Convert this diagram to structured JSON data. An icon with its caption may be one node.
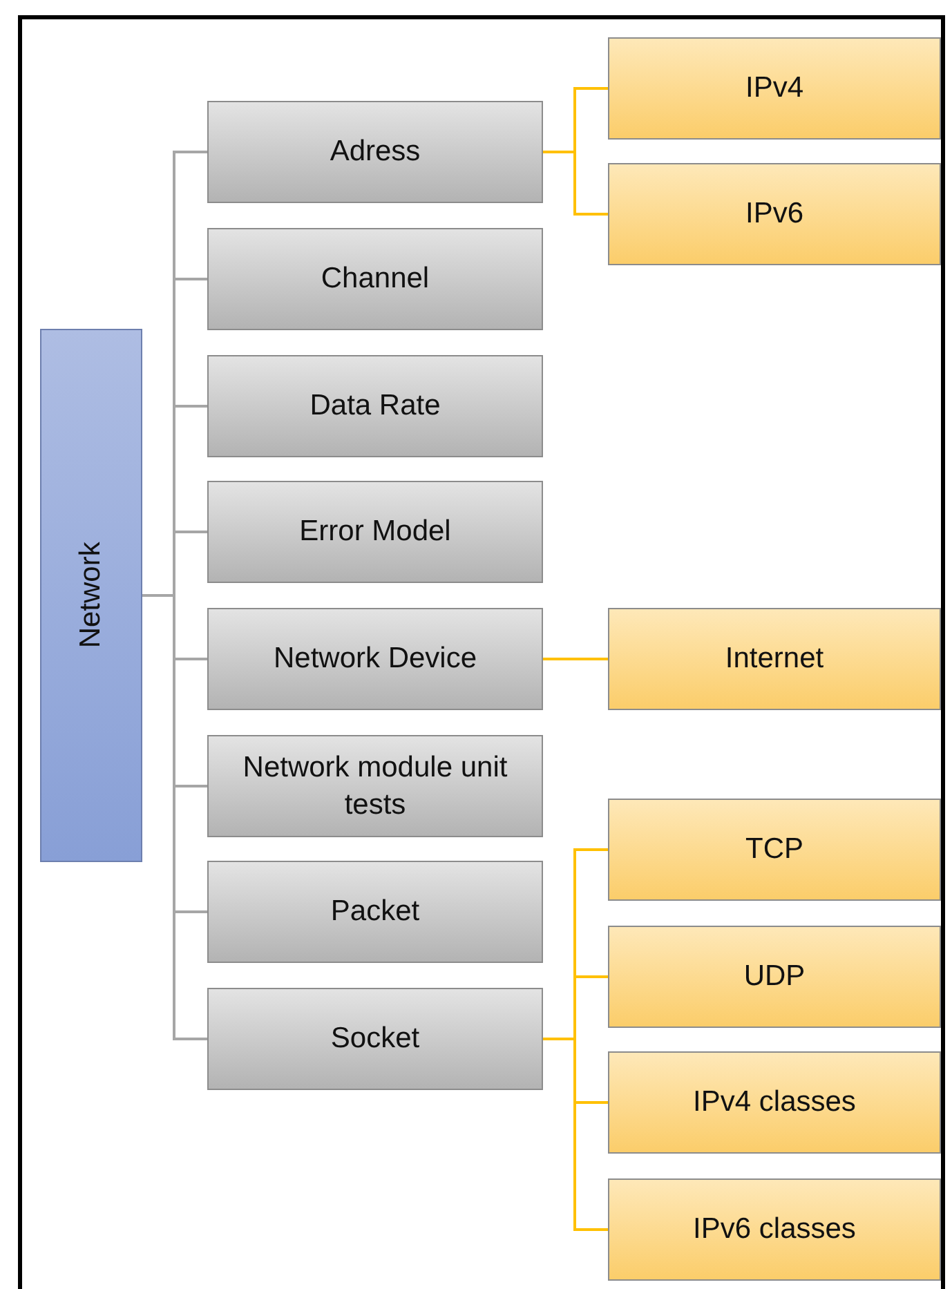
{
  "diagram": {
    "nodes": [
      {
        "text": [
          "Network"
        ]
      },
      {
        "text": [
          "Adress"
        ]
      },
      {
        "text": [
          "IPv4"
        ]
      },
      {
        "text": [
          "IPv6"
        ]
      },
      {
        "text": [
          "Channel"
        ]
      },
      {
        "text": [
          "Data Rate"
        ]
      },
      {
        "text": [
          "Error Model"
        ]
      },
      {
        "text": [
          "Network Device"
        ]
      },
      {
        "text": [
          "Internet"
        ]
      },
      {
        "text": [
          "Network module unit tests"
        ]
      },
      {
        "text": [
          "Packet"
        ]
      },
      {
        "text": [
          "Socket"
        ]
      },
      {
        "text": [
          "TCP"
        ]
      },
      {
        "text": [
          "UDP"
        ]
      },
      {
        "text": [
          "IPv4 classes"
        ]
      },
      {
        "text": [
          "IPv6 classes"
        ]
      }
    ],
    "edges": [
      {
        "from": 0,
        "to": 1,
        "arrow": "none"
      },
      {
        "from": 0,
        "to": 4,
        "arrow": "none"
      },
      {
        "from": 0,
        "to": 5,
        "arrow": "none"
      },
      {
        "from": 0,
        "to": 6,
        "arrow": "none"
      },
      {
        "from": 0,
        "to": 7,
        "arrow": "none"
      },
      {
        "from": 0,
        "to": 9,
        "arrow": "none"
      },
      {
        "from": 0,
        "to": 10,
        "arrow": "none"
      },
      {
        "from": 0,
        "to": 11,
        "arrow": "none"
      },
      {
        "from": 1,
        "to": 2,
        "arrow": "none",
        "color": "#ffc000"
      },
      {
        "from": 1,
        "to": 3,
        "arrow": "none",
        "color": "#ffc000"
      },
      {
        "from": 7,
        "to": 8,
        "arrow": "none",
        "color": "#ffc000"
      },
      {
        "from": 11,
        "to": 12,
        "arrow": "none",
        "color": "#ffc000"
      },
      {
        "from": 11,
        "to": 13,
        "arrow": "none",
        "color": "#ffc000"
      },
      {
        "from": 11,
        "to": 14,
        "arrow": "none",
        "color": "#ffc000"
      },
      {
        "from": 11,
        "to": 15,
        "arrow": "none",
        "color": "#ffc000"
      }
    ]
  }
}
